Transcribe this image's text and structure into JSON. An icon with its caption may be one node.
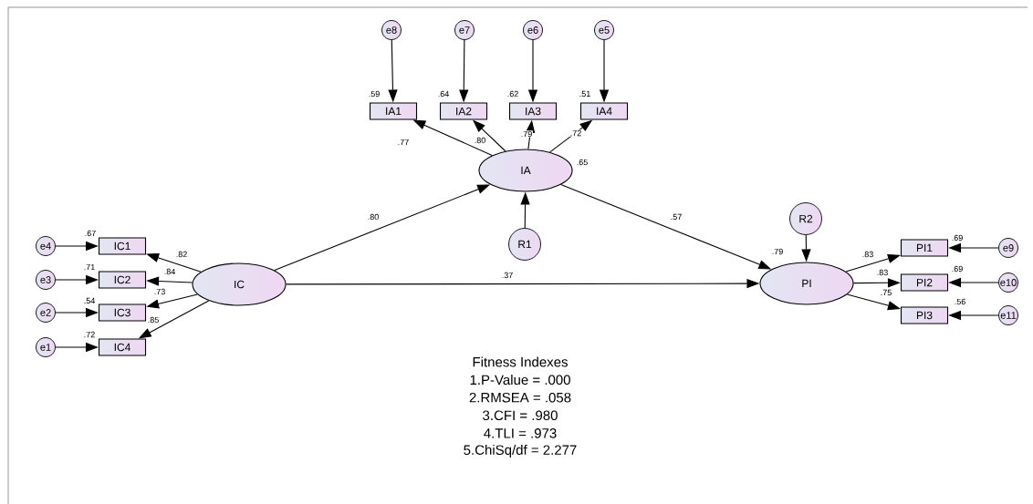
{
  "diagram": {
    "nodes": [
      {
        "text": [
          "e8"
        ]
      },
      {
        "text": [
          "e7"
        ]
      },
      {
        "text": [
          "e6"
        ]
      },
      {
        "text": [
          "e5"
        ]
      },
      {
        "text": [
          "IA1"
        ],
        "beside": [
          ".59"
        ]
      },
      {
        "text": [
          "IA2"
        ],
        "beside": [
          ".64"
        ]
      },
      {
        "text": [
          "IA3"
        ],
        "beside": [
          ".62"
        ]
      },
      {
        "text": [
          "IA4"
        ],
        "beside": [
          ".51"
        ]
      },
      {
        "text": [
          "IA"
        ],
        "beside": [
          ".65"
        ]
      },
      {
        "text": [
          "R1"
        ]
      },
      {
        "text": [
          "R2"
        ]
      },
      {
        "text": [
          "e4"
        ]
      },
      {
        "text": [
          "IC1"
        ],
        "beside": [
          ".67"
        ]
      },
      {
        "text": [
          "e3"
        ]
      },
      {
        "text": [
          "IC2"
        ],
        "beside": [
          ".71"
        ]
      },
      {
        "text": [
          "e2"
        ]
      },
      {
        "text": [
          "IC3"
        ],
        "beside": [
          ".54"
        ]
      },
      {
        "text": [
          "e1"
        ]
      },
      {
        "text": [
          "IC4"
        ],
        "beside": [
          ".72"
        ]
      },
      {
        "text": [
          "IC"
        ]
      },
      {
        "text": [
          "PI"
        ],
        "beside": [
          ".79"
        ]
      },
      {
        "text": [
          "PI1"
        ],
        "beside": [
          ".69"
        ]
      },
      {
        "text": [
          "e9"
        ]
      },
      {
        "text": [
          "PI2"
        ],
        "beside": [
          ".69"
        ]
      },
      {
        "text": [
          "e10"
        ]
      },
      {
        "text": [
          "PI3"
        ],
        "beside": [
          ".56"
        ]
      },
      {
        "text": [
          "e11"
        ]
      }
    ],
    "edges": [
      {
        "from": 0,
        "to": 4,
        "arrow": "to"
      },
      {
        "from": 1,
        "to": 5,
        "arrow": "to"
      },
      {
        "from": 2,
        "to": 6,
        "arrow": "to"
      },
      {
        "from": 3,
        "to": 7,
        "arrow": "to"
      },
      {
        "from": 8,
        "to": 4,
        "arrow": "to",
        "label": ".77"
      },
      {
        "from": 8,
        "to": 5,
        "arrow": "to",
        "label": ".80"
      },
      {
        "from": 8,
        "to": 6,
        "arrow": "to",
        "label": ".79"
      },
      {
        "from": 8,
        "to": 7,
        "arrow": "to",
        "label": ".72"
      },
      {
        "from": 9,
        "to": 8,
        "arrow": "to"
      },
      {
        "from": 19,
        "to": 8,
        "arrow": "to",
        "label": ".80"
      },
      {
        "from": 8,
        "to": 20,
        "arrow": "to",
        "label": ".57"
      },
      {
        "from": 10,
        "to": 20,
        "arrow": "to"
      },
      {
        "from": 11,
        "to": 12,
        "arrow": "to"
      },
      {
        "from": 13,
        "to": 14,
        "arrow": "to"
      },
      {
        "from": 15,
        "to": 16,
        "arrow": "to"
      },
      {
        "from": 17,
        "to": 18,
        "arrow": "to"
      },
      {
        "from": 19,
        "to": 12,
        "arrow": "to",
        "label": ".82"
      },
      {
        "from": 19,
        "to": 14,
        "arrow": "to",
        "label": ".84"
      },
      {
        "from": 19,
        "to": 16,
        "arrow": "to",
        "label": ".73"
      },
      {
        "from": 19,
        "to": 18,
        "arrow": "to",
        "label": ".85"
      },
      {
        "from": 19,
        "to": 20,
        "arrow": "to",
        "label": ".37"
      },
      {
        "from": 20,
        "to": 21,
        "arrow": "to",
        "label": ".83"
      },
      {
        "from": 22,
        "to": 21,
        "arrow": "to"
      },
      {
        "from": 20,
        "to": 23,
        "arrow": "to",
        "label": ".83"
      },
      {
        "from": 24,
        "to": 23,
        "arrow": "to"
      },
      {
        "from": 20,
        "to": 25,
        "arrow": "to",
        "label": ".75"
      },
      {
        "from": 26,
        "to": 25,
        "arrow": "to"
      }
    ],
    "labels": [
      "Fitness Indexes",
      "1.P-Value = .000",
      "2.RMSEA = .058",
      "3.CFI  = .980",
      "4.TLI  = .973",
      "5.ChiSq/df = 2.277"
    ]
  }
}
